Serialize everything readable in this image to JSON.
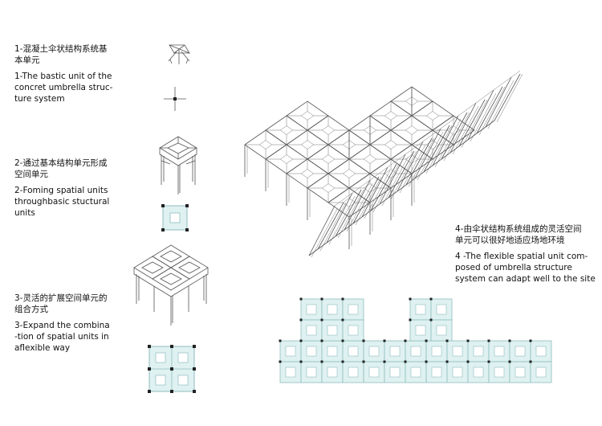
{
  "colors": {
    "plan_fill": "#dff1f1",
    "plan_stroke": "#8fbcbf",
    "column": "#222222",
    "line": "#555555"
  },
  "steps": [
    {
      "zh": "1-混凝土伞状结构系统基\n本单元",
      "en": "1-The bastic unit of the\nconcret umbrella struc-\nture system"
    },
    {
      "zh": "2-通过基本结构单元形成\n空间单元",
      "en": "2-Foming spatial units\nthroughbasic stuctural\nunits"
    },
    {
      "zh": "3-灵活的扩展空间单元的\n组合方式",
      "en": "3-Expand the combina\n-tion of spatial units in\naflexible way"
    },
    {
      "zh": "4-由伞状结构系统组成的灵活空间\n单元可以很好地适应场地环境",
      "en": "4 -The flexible spatial unit com-\nposed of umbrella structure\nsystem can adapt well to the site"
    }
  ]
}
